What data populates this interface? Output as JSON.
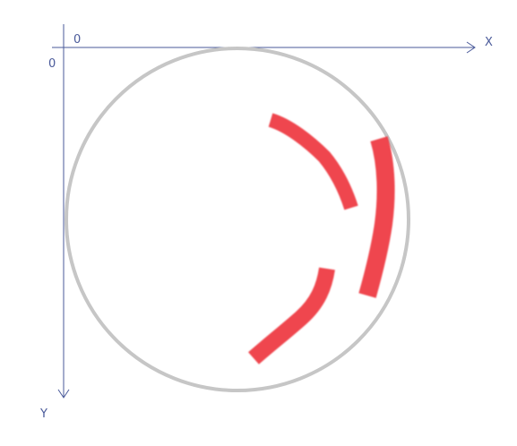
{
  "axes": {
    "x_label": "X",
    "y_label": "Y",
    "x_origin_label": "0",
    "y_origin_label": "0",
    "color": "#4a5a9a"
  },
  "circle": {
    "color": "#c6c6c6"
  },
  "strokes": {
    "color": "#ee3b44",
    "count": 3
  }
}
